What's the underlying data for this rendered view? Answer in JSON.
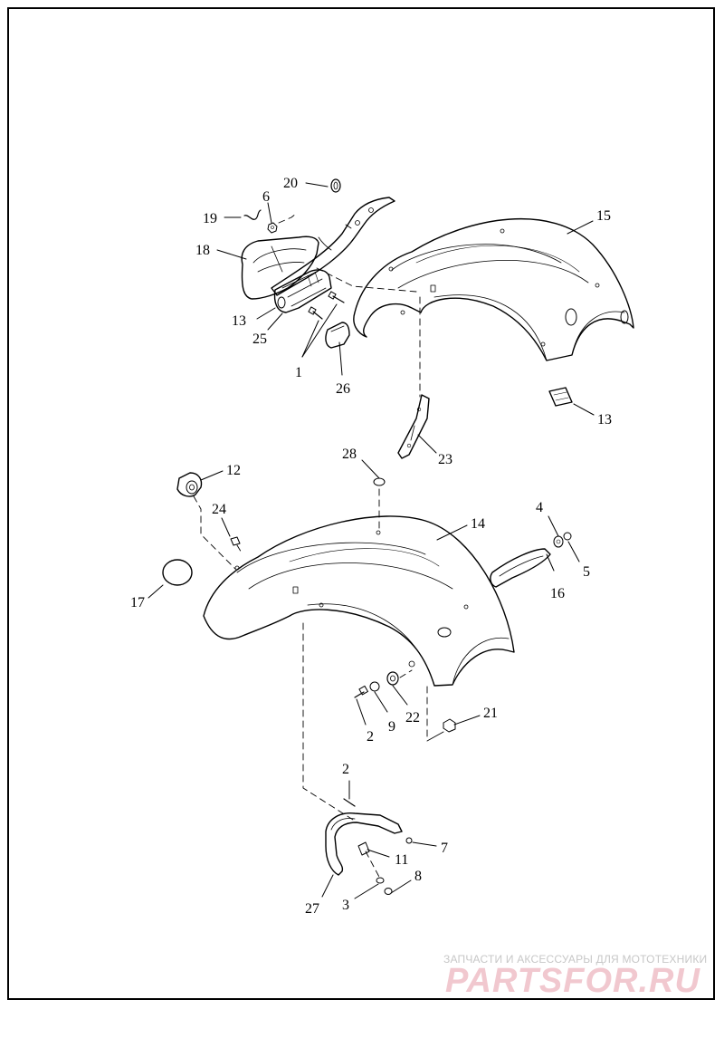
{
  "callouts": {
    "n1": "1",
    "n2a": "2",
    "n2b": "2",
    "n3": "3",
    "n4": "4",
    "n5": "5",
    "n6": "6",
    "n7": "7",
    "n8": "8",
    "n9": "9",
    "n11": "11",
    "n12": "12",
    "n13a": "13",
    "n13b": "13",
    "n14": "14",
    "n15": "15",
    "n16": "16",
    "n17": "17",
    "n18": "18",
    "n19": "19",
    "n20": "20",
    "n21": "21",
    "n22": "22",
    "n23": "23",
    "n24": "24",
    "n25": "25",
    "n26": "26",
    "n27": "27",
    "n28": "28"
  },
  "watermark": {
    "tagline": "ЗАПЧАСТИ И АКСЕССУАРЫ ДЛЯ МОТОТЕХНИКИ",
    "logo": "PARTSFOR.RU"
  }
}
